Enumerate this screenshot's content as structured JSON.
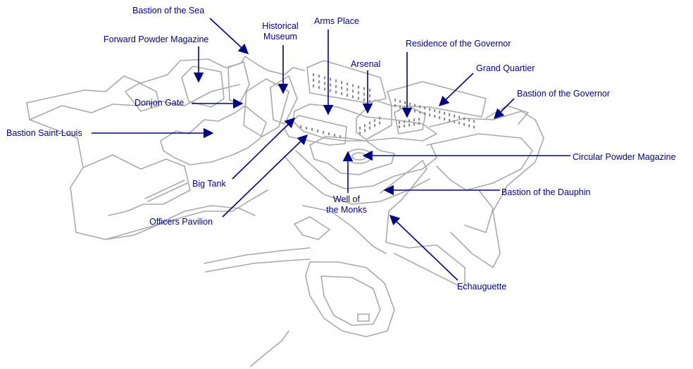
{
  "labels": {
    "bastion_sea": "Bastion of the Sea",
    "forward_powder": "Forward Powder Magazine",
    "historical_museum_1": "Historical",
    "historical_museum_2": "Museum",
    "arms_place": "Arms Place",
    "arsenal": "Arsenal",
    "residence_governor": "Residence of the Governor",
    "grand_quartier": "Grand Quartier",
    "bastion_governor": "Bastion of the Governor",
    "donjon_gate": "Donjon Gate",
    "bastion_saint_louis": "Bastion Saint-Louis",
    "circular_powder": "Circular Powder Magazine",
    "big_tank": "Big Tank",
    "well_monks_1": "Well of",
    "well_monks_2": "the Monks",
    "bastion_dauphin": "Bastion of the Dauphin",
    "officers_pavilion": "Officers Pavilion",
    "echauguette": "Echauguette"
  },
  "colors": {
    "outline": "#a9a9a9",
    "label": "#00008b",
    "background": "#ffffff"
  }
}
